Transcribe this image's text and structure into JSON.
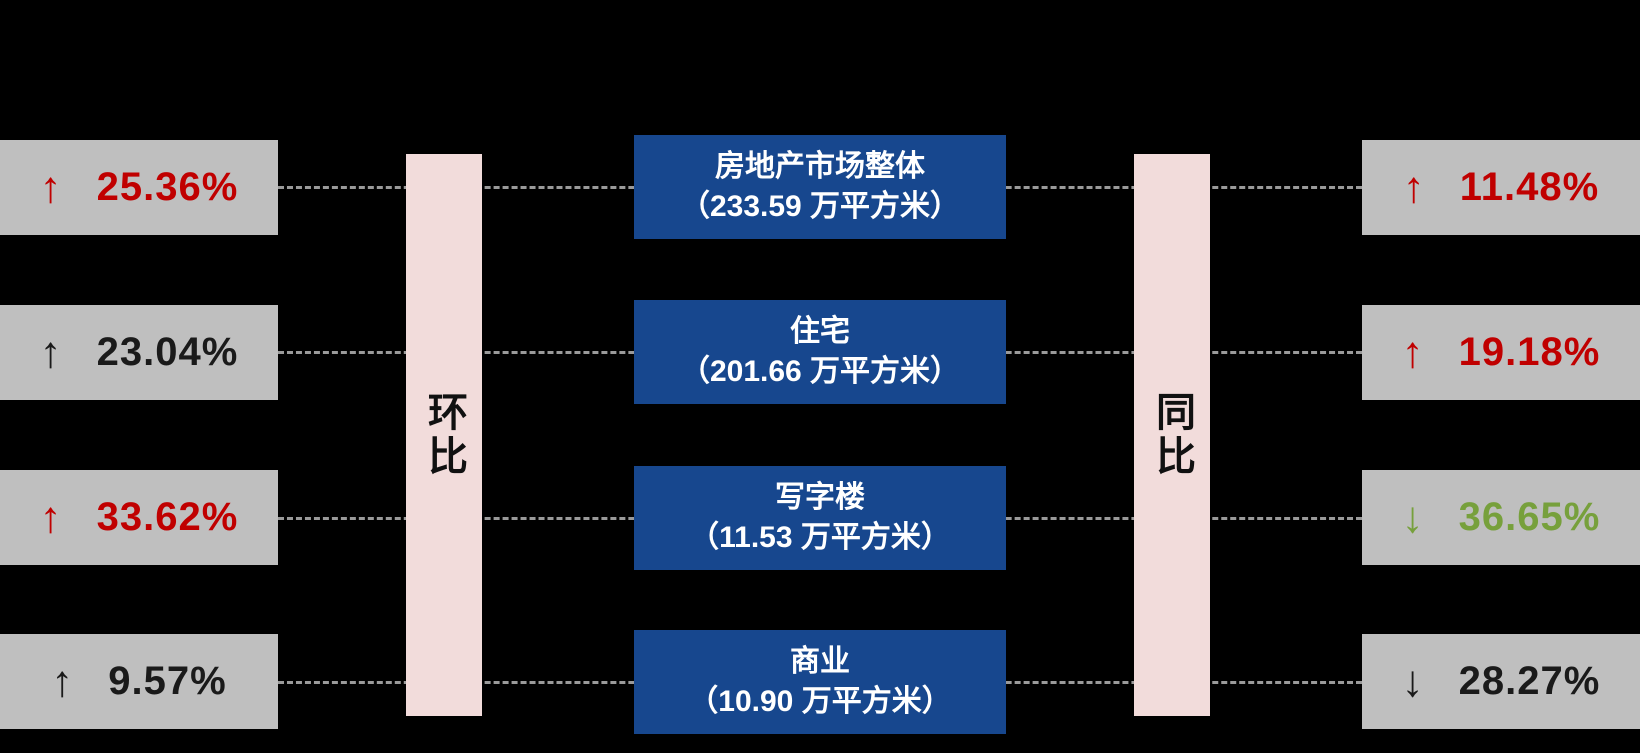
{
  "colors": {
    "background": "#000000",
    "gray_box": "#BFBFBF",
    "blue_box": "#17478E",
    "pink_bar": "#F2DCDB",
    "up_red": "#C00000",
    "down_green": "#77A03C",
    "neutral_black": "#1a1a1a",
    "connector_dash": "#9a9a9a"
  },
  "left_axis": {
    "label": "环比"
  },
  "right_axis": {
    "label": "同比"
  },
  "rows": [
    {
      "category": "房地产市场整体",
      "area_label": "（233.59 万平方米）",
      "mom": {
        "arrow": "↑",
        "value": "25.36%",
        "color": "#C00000"
      },
      "yoy": {
        "arrow": "↑",
        "value": "11.48%",
        "color": "#C00000"
      }
    },
    {
      "category": "住宅",
      "area_label": "（201.66 万平方米）",
      "mom": {
        "arrow": "↑",
        "value": "23.04%",
        "color": "#1a1a1a"
      },
      "yoy": {
        "arrow": "↑",
        "value": "19.18%",
        "color": "#C00000"
      }
    },
    {
      "category": "写字楼",
      "area_label": "（11.53 万平方米）",
      "mom": {
        "arrow": "↑",
        "value": "33.62%",
        "color": "#C00000"
      },
      "yoy": {
        "arrow": "↓",
        "value": "36.65%",
        "color": "#77A03C"
      }
    },
    {
      "category": "商业",
      "area_label": "（10.90 万平方米）",
      "mom": {
        "arrow": "↑",
        "value": "9.57%",
        "color": "#1a1a1a"
      },
      "yoy": {
        "arrow": "↓",
        "value": "28.27%",
        "color": "#1a1a1a"
      }
    }
  ]
}
